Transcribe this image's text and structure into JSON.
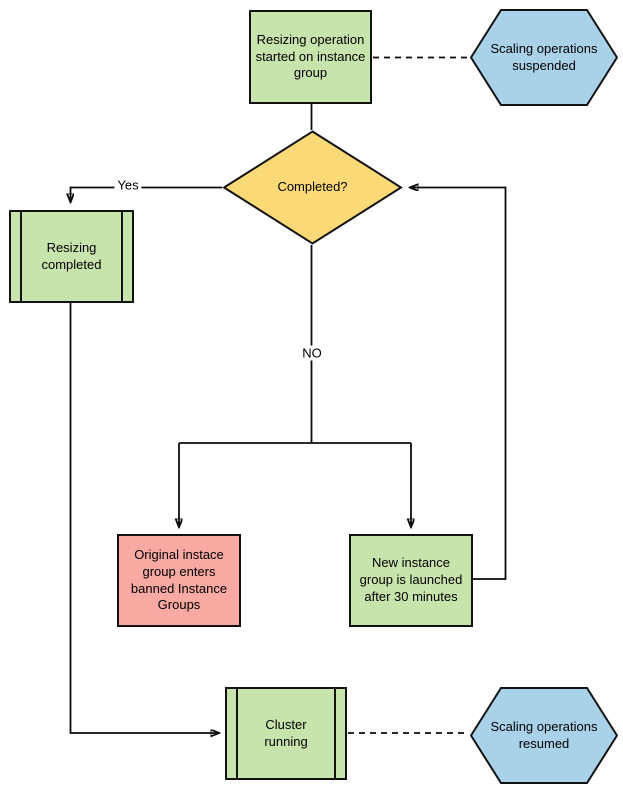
{
  "diagram": {
    "colors": {
      "green": "#c8e4ad",
      "yellow": "#fcd977",
      "red": "#f8a9a2",
      "blue": "#a9d2e8",
      "stroke": "#121212"
    },
    "nodes": {
      "start": {
        "label": "Resizing operation started on instance group",
        "type": "process"
      },
      "suspended": {
        "label": "Scaling operations suspended",
        "type": "hexagon"
      },
      "completed": {
        "label": "Completed?",
        "type": "decision"
      },
      "resizing_completed": {
        "label": "Resizing completed",
        "type": "predefined-process"
      },
      "banned_group": {
        "label": "Original instace group enters banned Instance Groups",
        "type": "process"
      },
      "new_group": {
        "label": "New instance group is launched after 30 minutes",
        "type": "process"
      },
      "cluster_running": {
        "label": "Cluster running",
        "type": "predefined-process"
      },
      "resumed": {
        "label": "Scaling operations resumed",
        "type": "hexagon"
      }
    },
    "edge_labels": {
      "yes": "Yes",
      "no": "NO"
    }
  }
}
